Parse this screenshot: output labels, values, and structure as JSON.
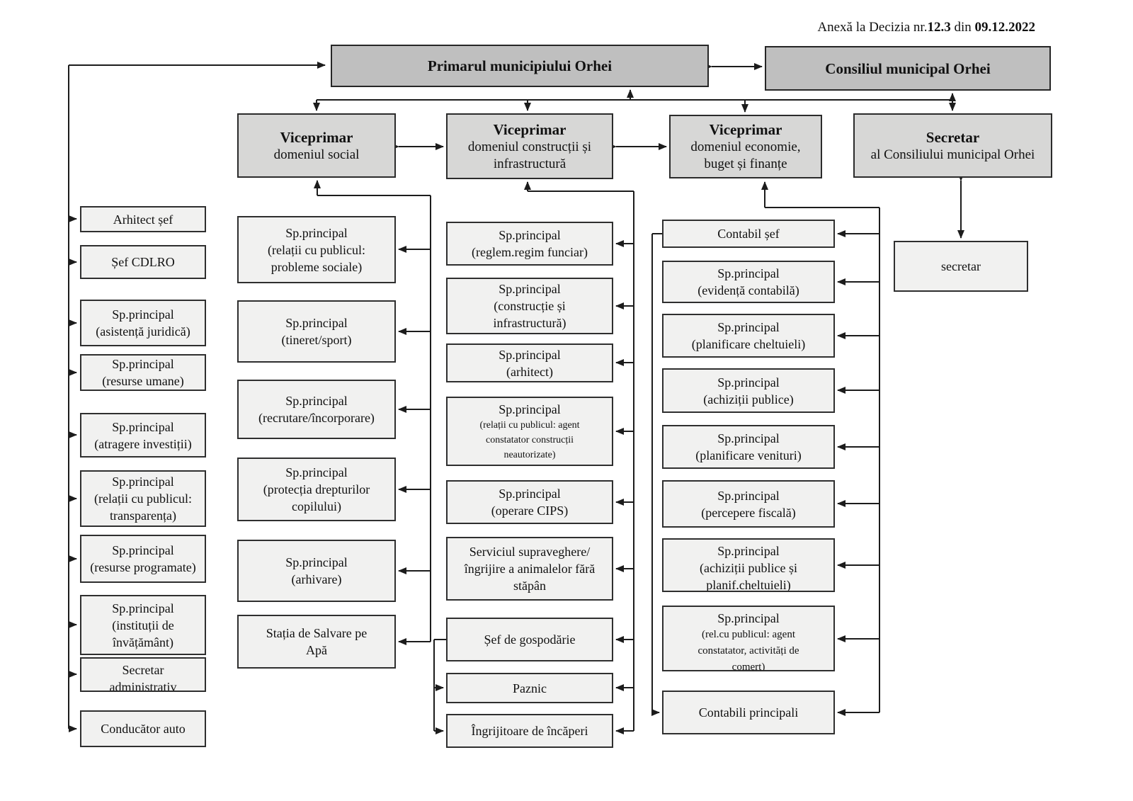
{
  "annotation": {
    "prefix": "Anexă la Decizia nr.",
    "number": "12.3",
    "mid": " din ",
    "date": "09.12.2022"
  },
  "top_row": {
    "mayor": "Primarul municipiului Orhei",
    "council": "Consiliul municipal Orhei"
  },
  "second_row": [
    {
      "title": "Viceprimar",
      "subtitle": "domeniul social"
    },
    {
      "title": "Viceprimar",
      "subtitle": "domeniul construcții și infrastructură"
    },
    {
      "title": "Viceprimar",
      "subtitle": "domeniul economie, buget și finanțe"
    },
    {
      "title": "Secretar",
      "subtitle": "al Consiliului municipal Orhei"
    }
  ],
  "left_column": [
    {
      "lines": [
        "Arhitect șef"
      ]
    },
    {
      "lines": [
        "Șef CDLRO"
      ]
    },
    {
      "lines": [
        "Sp.principal",
        "(asistență juridică)"
      ]
    },
    {
      "lines": [
        "Sp.principal",
        "(resurse umane)"
      ]
    },
    {
      "lines": [
        "Sp.principal",
        "(atragere investiții)"
      ]
    },
    {
      "lines": [
        "Sp.principal",
        "(relații cu publicul:",
        "transparența)"
      ]
    },
    {
      "lines": [
        "Sp.principal",
        "(resurse programate)"
      ]
    },
    {
      "lines": [
        "Sp.principal",
        "(instituții de",
        "învățământ)"
      ]
    },
    {
      "lines": [
        "Secretar",
        "administrativ"
      ]
    },
    {
      "lines": [
        "Conducător auto"
      ]
    }
  ],
  "social_column": [
    {
      "lines": [
        "Sp.principal",
        "(relații cu publicul:",
        "probleme sociale)"
      ]
    },
    {
      "lines": [
        "Sp.principal",
        "(tineret/sport)"
      ]
    },
    {
      "lines": [
        "Sp.principal",
        "(recrutare/încorporare)"
      ]
    },
    {
      "lines": [
        "Sp.principal",
        "(protecția drepturilor",
        "copilului)"
      ]
    },
    {
      "lines": [
        "Sp.principal",
        "(arhivare)"
      ]
    },
    {
      "lines": [
        "Stația de Salvare pe",
        "Apă"
      ]
    }
  ],
  "construction_column": [
    {
      "lines": [
        "Sp.principal",
        "(reglem.regim funciar)"
      ]
    },
    {
      "lines": [
        "Sp.principal",
        "(construcție și",
        "infrastructură)"
      ]
    },
    {
      "lines": [
        "Sp.principal",
        "(arhitect)"
      ]
    },
    {
      "lines": [
        "Sp.principal"
      ],
      "small": [
        "(relații cu publicul: agent",
        "constatator construcții",
        "neautorizate)"
      ]
    },
    {
      "lines": [
        "Sp.principal",
        "(operare CIPS)"
      ]
    },
    {
      "lines": [
        "Serviciul supraveghere/",
        "îngrijire a animalelor fără",
        "stăpân"
      ]
    },
    {
      "lines": [
        "Șef de gospodărie"
      ]
    },
    {
      "lines": [
        "Paznic"
      ]
    },
    {
      "lines": [
        "Îngrijitoare de încăperi"
      ]
    }
  ],
  "economy_column": [
    {
      "lines": [
        "Contabil șef"
      ]
    },
    {
      "lines": [
        "Sp.principal",
        "(evidență contabilă)"
      ]
    },
    {
      "lines": [
        "Sp.principal",
        "(planificare cheltuieli)"
      ]
    },
    {
      "lines": [
        "Sp.principal",
        "(achiziții publice)"
      ]
    },
    {
      "lines": [
        "Sp.principal",
        "(planificare venituri)"
      ]
    },
    {
      "lines": [
        "Sp.principal",
        "(percepere fiscală)"
      ]
    },
    {
      "lines": [
        "Sp.principal",
        "(achiziții publice și",
        "planif.cheltuieli)"
      ]
    },
    {
      "lines": [
        "Sp.principal"
      ],
      "small": [
        "(rel.cu publicul: agent",
        "constatator, activități de",
        "comerț)"
      ]
    },
    {
      "lines": [
        "Contabili principali"
      ]
    }
  ],
  "secretary": {
    "label": "secretar"
  }
}
